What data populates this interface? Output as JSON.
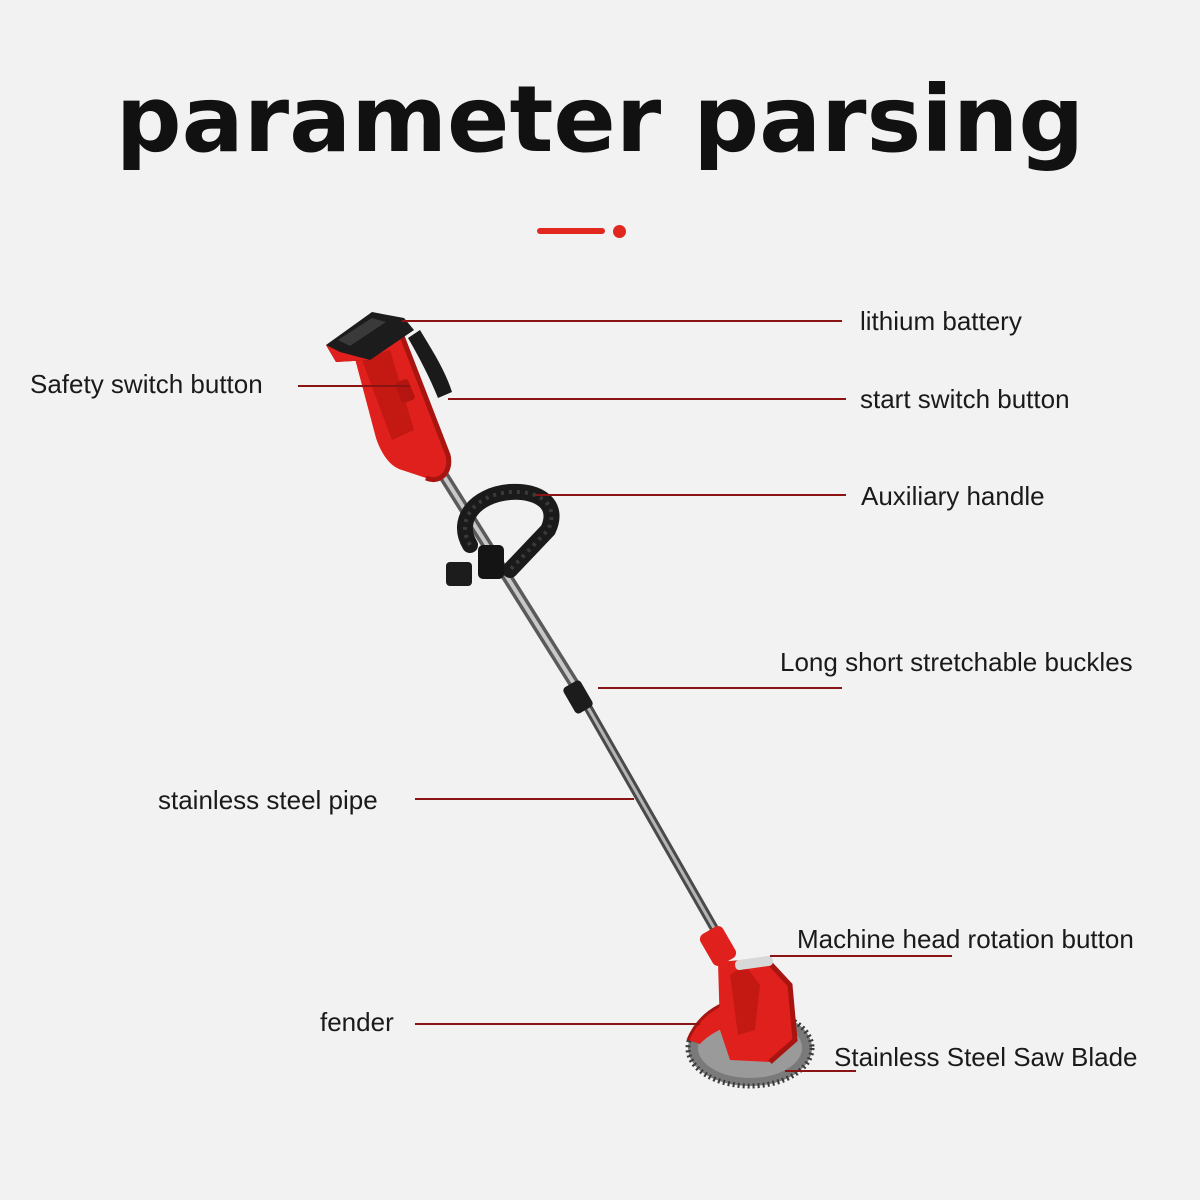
{
  "title": "parameter parsing",
  "colors": {
    "accent": "#e0281e",
    "leader_line": "#8a1414",
    "body_red": "#e0201c",
    "dark_red": "#a8140f",
    "handle_black": "#1a1a1a",
    "pipe_grey": "#8c8c8c"
  },
  "labels": {
    "lithium_battery": "lithium battery",
    "safety_switch": "Safety switch button",
    "start_switch": "start switch button",
    "auxiliary_handle": "Auxiliary handle",
    "stretchable_buckles": "Long short stretchable buckles",
    "steel_pipe": "stainless steel pipe",
    "head_rotation": "Machine head rotation button",
    "fender": "fender",
    "saw_blade": "Stainless Steel Saw Blade"
  }
}
